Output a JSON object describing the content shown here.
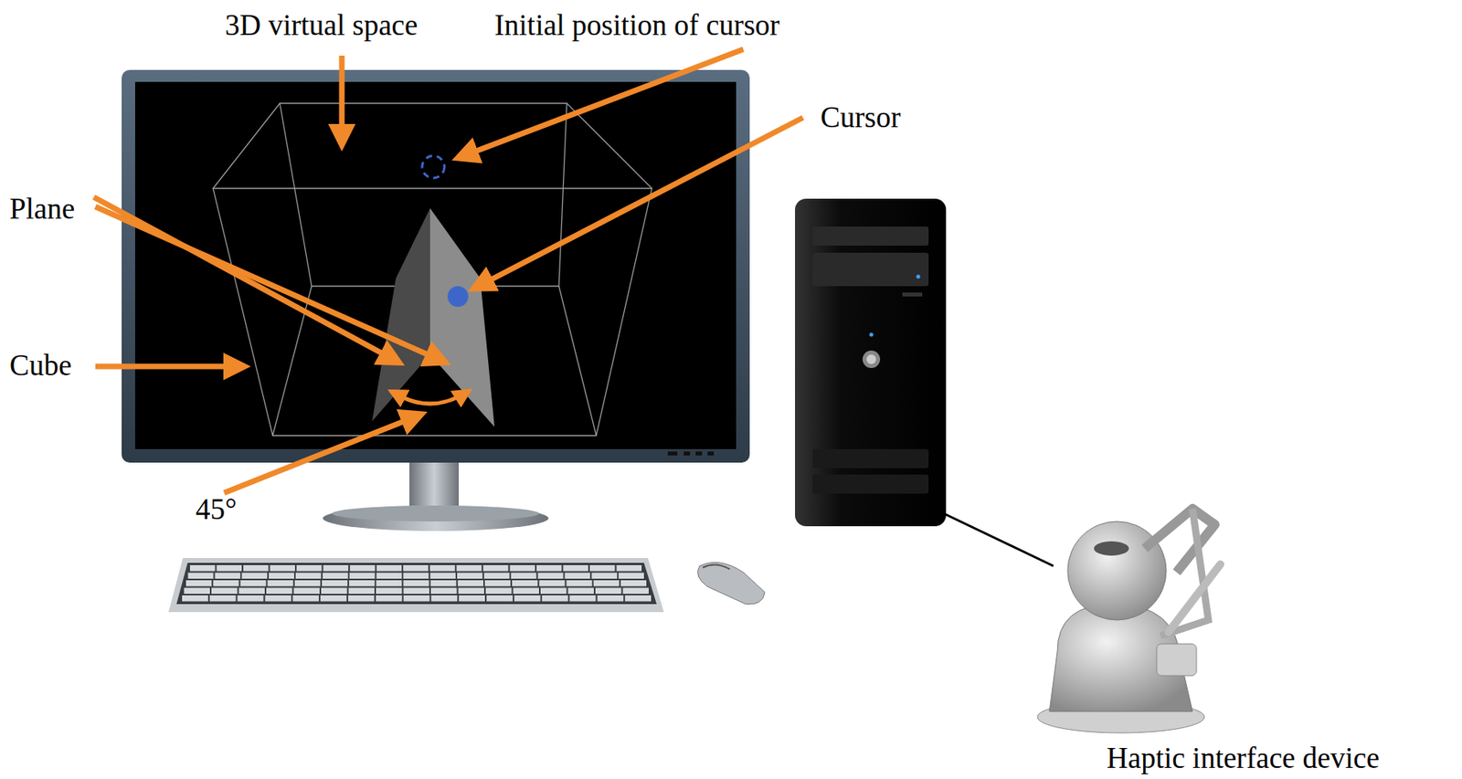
{
  "diagram": {
    "labels": [
      "3D virtual space",
      "Initial position of cursor",
      "Cursor",
      "Plane",
      "Cube",
      "45°",
      "Haptic interface device"
    ]
  }
}
